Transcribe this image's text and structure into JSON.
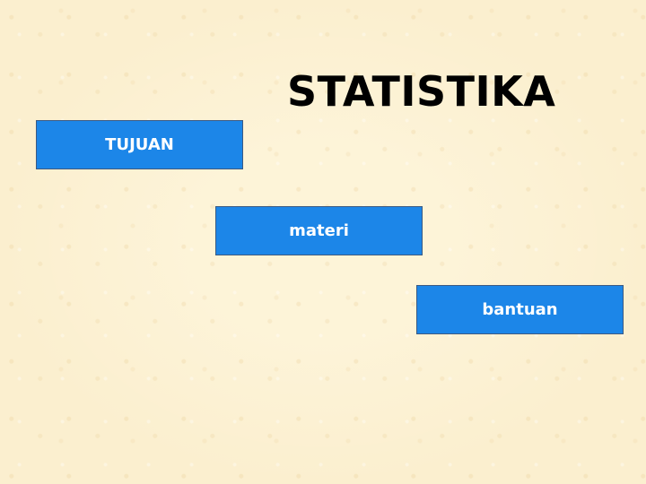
{
  "slide": {
    "title": "STATISTIKA",
    "buttons": {
      "tujuan": "TUJUAN",
      "materi": "materi",
      "bantuan": "bantuan"
    }
  },
  "colors": {
    "background": "#fbefcf",
    "button_fill": "#1c86e8",
    "button_border": "#3c5a82",
    "button_text": "#ffffff",
    "title_text": "#000000"
  }
}
